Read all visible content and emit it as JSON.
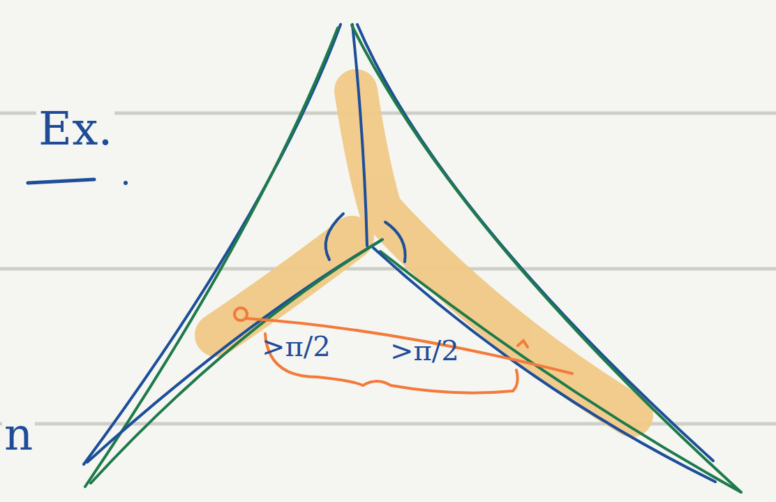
{
  "diagram": {
    "labels": [
      "Ex.",
      ">π/2",
      ">π/2",
      "n"
    ]
  }
}
